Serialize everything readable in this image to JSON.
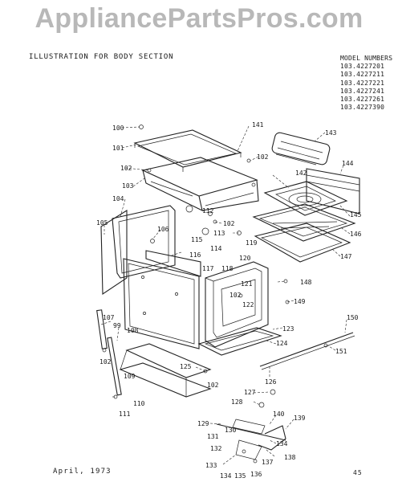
{
  "watermark": "AppliancePartsPros.com",
  "title": "ILLUSTRATION FOR BODY SECTION",
  "model_numbers": {
    "header": "MODEL NUMBERS",
    "items": [
      "103.4227201",
      "103.4227211",
      "103.4227221",
      "103.4227241",
      "103.4227261",
      "103.4227390"
    ]
  },
  "footer": {
    "date": "April, 1973",
    "page": "45"
  },
  "callouts": [
    "100",
    "101",
    "102",
    "103",
    "104",
    "105",
    "106",
    "107",
    "108",
    "99",
    "102",
    "109",
    "110",
    "111",
    "141",
    "143",
    "144",
    "142",
    "145",
    "146",
    "147",
    "102",
    "112",
    "102",
    "115",
    "113",
    "114",
    "116",
    "117",
    "118",
    "119",
    "120",
    "121",
    "102",
    "122",
    "148",
    "149",
    "123",
    "124",
    "125",
    "102",
    "150",
    "151",
    "126",
    "127",
    "128",
    "140",
    "139",
    "129",
    "130",
    "131",
    "132",
    "133",
    "134",
    "135",
    "136",
    "137",
    "134",
    "138"
  ]
}
